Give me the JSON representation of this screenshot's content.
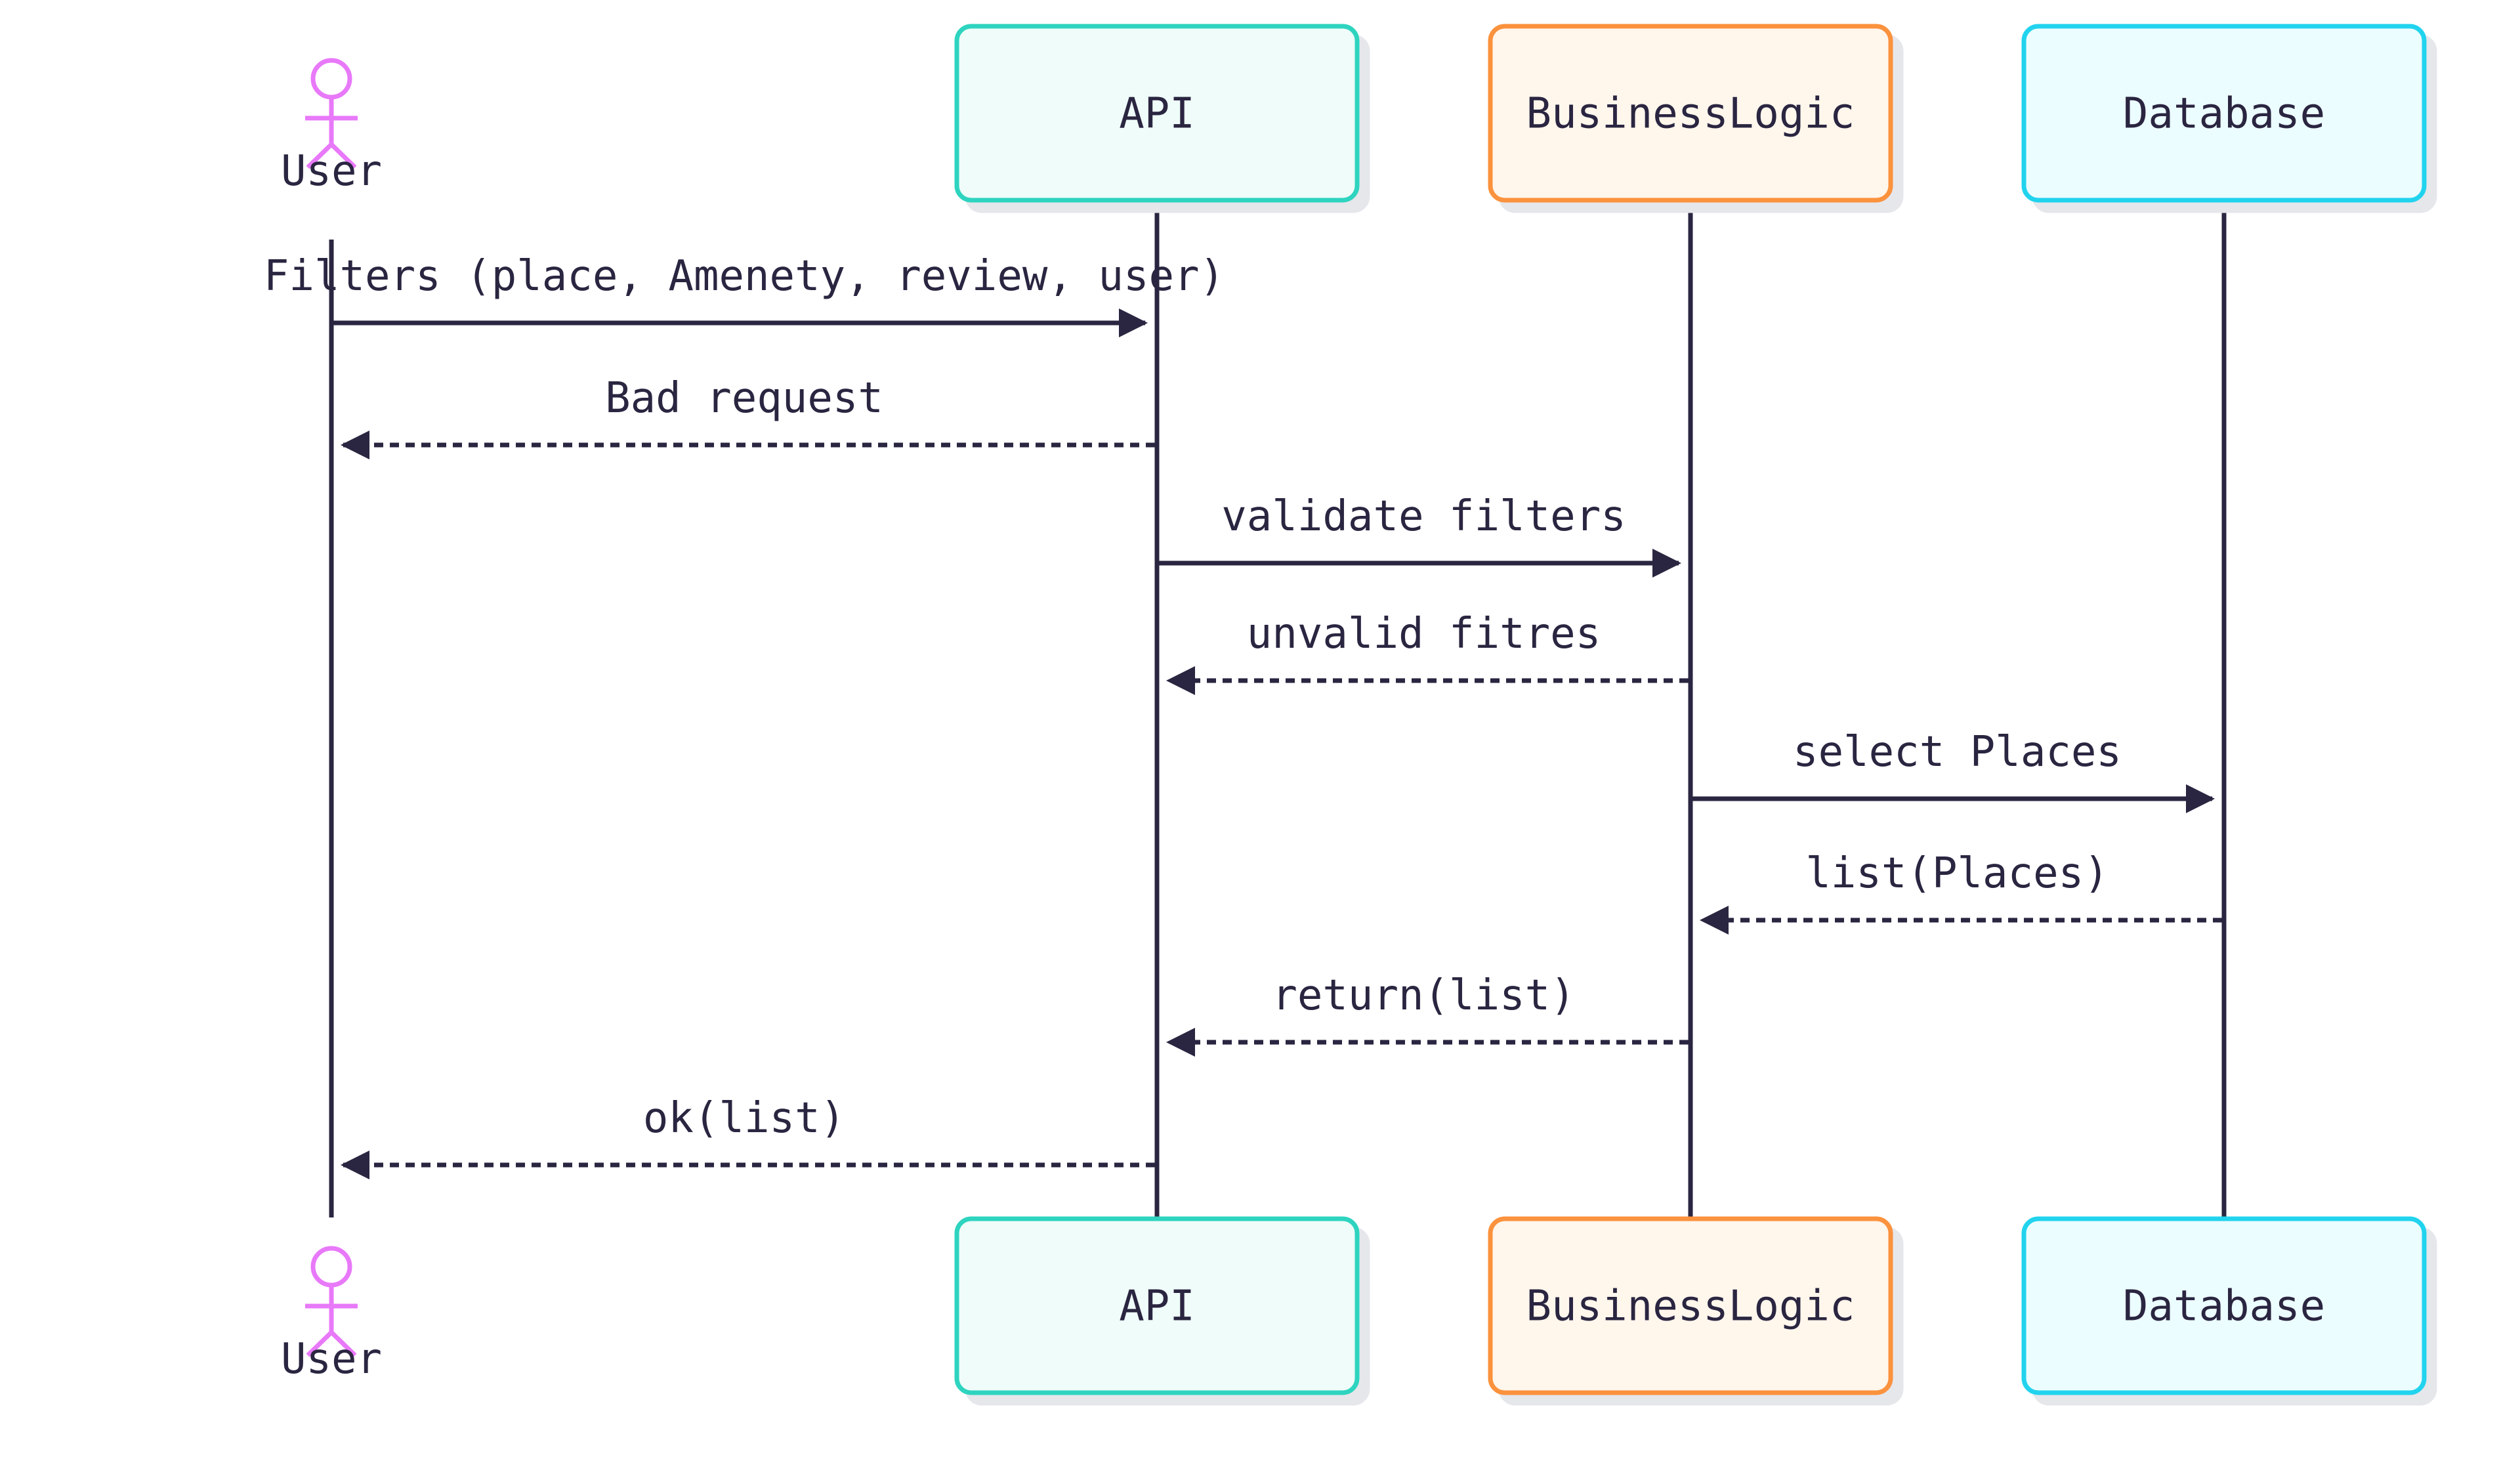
{
  "participants": [
    {
      "id": "user",
      "label": "User",
      "kind": "actor",
      "stroke": "#e879f9"
    },
    {
      "id": "api",
      "label": "API",
      "kind": "box",
      "stroke": "#2dd4bf",
      "fill": "#effcf9"
    },
    {
      "id": "business",
      "label": "BusinessLogic",
      "kind": "box",
      "stroke": "#fb923c",
      "fill": "#fff6ec"
    },
    {
      "id": "database",
      "label": "Database",
      "kind": "box",
      "stroke": "#22d3ee",
      "fill": "#ecfdff"
    }
  ],
  "messages": [
    {
      "from": "user",
      "to": "api",
      "label": "Filters (place, Amenety, review, user)",
      "style": "solid"
    },
    {
      "from": "api",
      "to": "user",
      "label": "Bad request",
      "style": "dashed"
    },
    {
      "from": "api",
      "to": "business",
      "label": "validate filters",
      "style": "solid"
    },
    {
      "from": "business",
      "to": "api",
      "label": "unvalid fitres",
      "style": "dashed"
    },
    {
      "from": "business",
      "to": "database",
      "label": "select Places",
      "style": "solid"
    },
    {
      "from": "database",
      "to": "business",
      "label": "list(Places)",
      "style": "dashed"
    },
    {
      "from": "business",
      "to": "api",
      "label": "return(list)",
      "style": "dashed"
    },
    {
      "from": "api",
      "to": "user",
      "label": "ok(list)",
      "style": "dashed"
    }
  ],
  "colors": {
    "line": "#2a2540",
    "text": "#2a2540"
  }
}
